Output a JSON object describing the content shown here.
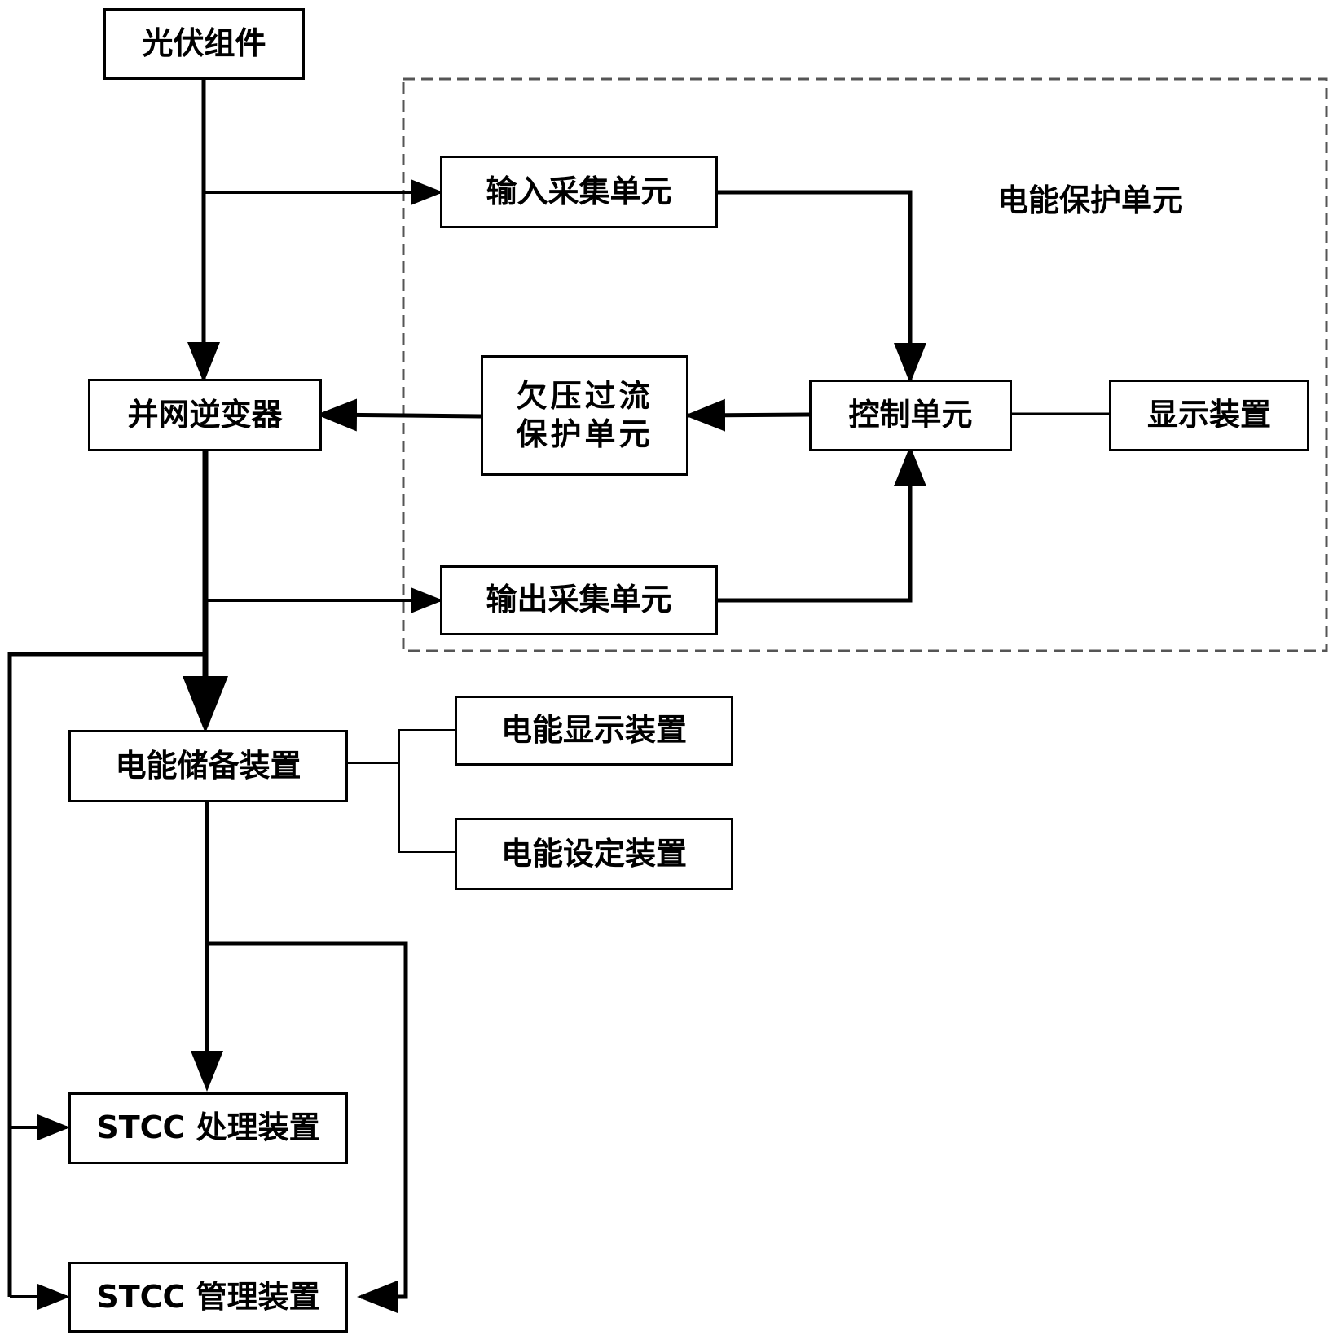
{
  "diagram": {
    "nodes": {
      "pv_module": "光伏组件",
      "grid_inverter": "并网逆变器",
      "input_collect": "输入采集单元",
      "undervoltage_line1": "欠压过流",
      "undervoltage_line2": "保护单元",
      "control_unit": "控制单元",
      "display_device": "显示装置",
      "output_collect": "输出采集单元",
      "energy_storage": "电能储备装置",
      "energy_display": "电能显示装置",
      "energy_setting": "电能设定装置",
      "stcc_processing": "STCC 处理装置",
      "stcc_management": "STCC 管理装置"
    },
    "group_label": "电能保护单元",
    "colors": {
      "line": "#000000",
      "box_border": "#000000",
      "group_border": "#555555"
    }
  }
}
